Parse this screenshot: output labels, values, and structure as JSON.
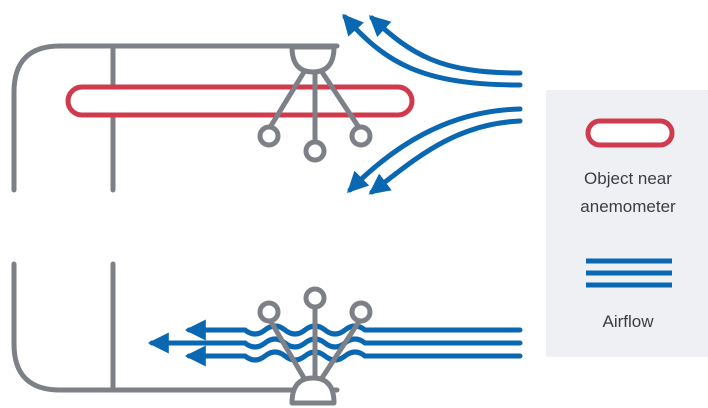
{
  "colors": {
    "structure": "#7d8187",
    "object": "#cf3b4c",
    "airflow": "#0a67b1",
    "legend_bg": "#eef0f3",
    "text": "#3a3d42"
  },
  "legend": {
    "object_line1": "Object near",
    "object_line2": "anemometer",
    "airflow_label": "Airflow"
  }
}
